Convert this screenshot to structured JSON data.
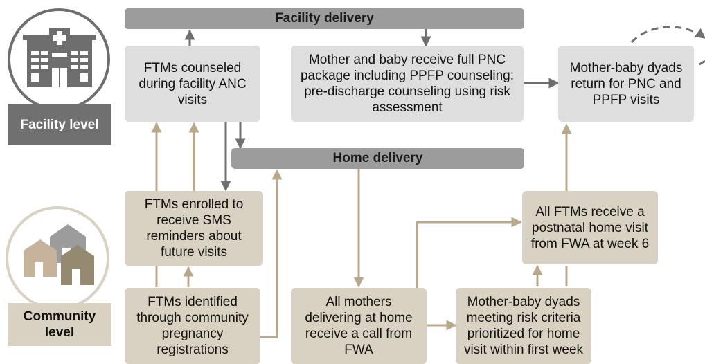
{
  "bands": {
    "facility_delivery": "Facility delivery",
    "home_delivery": "Home delivery"
  },
  "levels": {
    "facility": "Facility level",
    "community_line1": "Community",
    "community_line2": "level"
  },
  "icons": {
    "facility": "hospital-building-icon",
    "community": "houses-icon"
  },
  "boxes": {
    "ftms_counseled": "FTMs counseled during facility ANC visits",
    "full_pnc": "Mother and baby receive full PNC package including PPFP counseling: pre-discharge counseling using risk assessment",
    "return_pnc": "Mother-baby dyads return for PNC and PPFP visits",
    "sms_reminders": "FTMs enrolled to receive SMS reminders about future visits",
    "postnatal_visit": "All FTMs receive a postnatal home visit from FWA at week 6",
    "ftms_identified": "FTMs identified through community pregnancy registrations",
    "call_from_fwa": "All mothers delivering at home receive a call from FWA",
    "risk_prioritized": "Mother-baby dyads meeting risk criteria prioritized for home visit within first week"
  },
  "colors": {
    "facility_gray": "#dedede",
    "band_gray": "#9c9c9c",
    "facility_label_bg": "#707070",
    "community_beige": "#d9d2c2",
    "community_arrow": "#b9a98a",
    "facility_arrow": "#6f6f6f"
  }
}
